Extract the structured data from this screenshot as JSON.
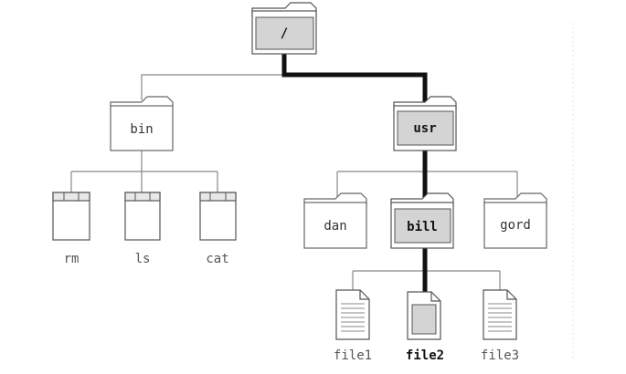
{
  "root": {
    "label": "/"
  },
  "folders": {
    "bin": "bin",
    "usr": "usr",
    "dan": "dan",
    "bill": "bill",
    "gord": "gord"
  },
  "files": {
    "rm": "rm",
    "ls": "ls",
    "cat": "cat",
    "file1": "file1",
    "file2": "file2",
    "file3": "file3"
  },
  "highlighted_path": [
    "/",
    "usr",
    "bill",
    "file2"
  ],
  "colors": {
    "highlight_fill": "#d4d4d4",
    "normal_fill": "#ffffff",
    "thin_line": "#888888",
    "thick_line": "#111111"
  }
}
